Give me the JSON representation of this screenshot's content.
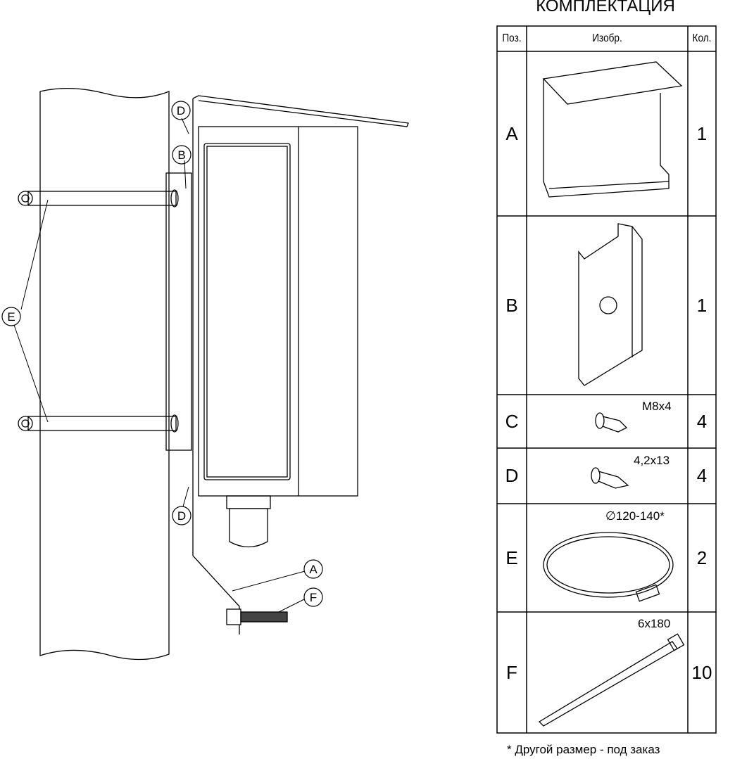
{
  "title": "КОМПЛЕКТАЦИЯ",
  "table": {
    "headers": [
      "Поз.",
      "Изобр.",
      "Кол."
    ],
    "rows": [
      {
        "pos": "A",
        "size": "",
        "qty": "1",
        "icon": "canopy-bracket-icon"
      },
      {
        "pos": "B",
        "size": "",
        "qty": "1",
        "icon": "mounting-plate-icon"
      },
      {
        "pos": "C",
        "size": "M8x4",
        "qty": "4",
        "icon": "screw-icon"
      },
      {
        "pos": "D",
        "size": "4,2x13",
        "qty": "4",
        "icon": "self-tapping-screw-icon"
      },
      {
        "pos": "E",
        "size": "∅120-140*",
        "qty": "2",
        "icon": "hose-clamp-icon"
      },
      {
        "pos": "F",
        "size": "6x180",
        "qty": "10",
        "icon": "cable-tie-icon"
      }
    ]
  },
  "footnote": "* Другой размер - под заказ",
  "callouts": {
    "a": "A",
    "b": "B",
    "d": "D",
    "e": "E",
    "f": "F"
  }
}
